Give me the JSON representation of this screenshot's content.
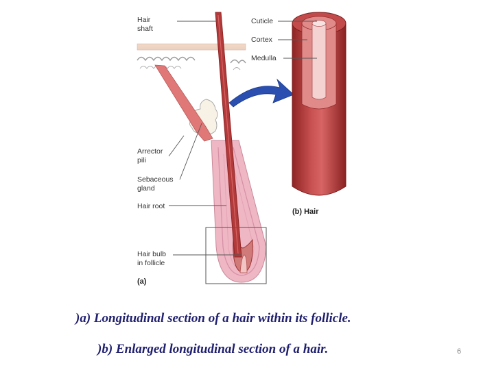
{
  "labels": {
    "hair_shaft": [
      "Hair",
      "shaft"
    ],
    "cuticle": "Cuticle",
    "cortex": "Cortex",
    "medulla": "Medulla",
    "arrector_pili": [
      "Arrector",
      "pili"
    ],
    "sebaceous_gland": [
      "Sebaceous",
      "gland"
    ],
    "hair_root": "Hair root",
    "hair_bulb": [
      "Hair bulb",
      "in follicle"
    ],
    "panel_a": "(a)",
    "panel_b": "(b)  Hair"
  },
  "captions": {
    "a": ")a) Longitudinal section of a hair within its follicle.",
    "b": ")b) Enlarged longitudinal section of a hair."
  },
  "slide_number": "6",
  "colors": {
    "hair_red": "#b23a3a",
    "hair_dark": "#8e2424",
    "cortex_pink": "#e08a8a",
    "medulla_pale": "#f4d2d2",
    "arrector_muscle": "#e07878",
    "follicle_pink": "#efb6c4",
    "arrow_blue": "#2a4fb0",
    "caption_navy": "#1f1f6e"
  }
}
